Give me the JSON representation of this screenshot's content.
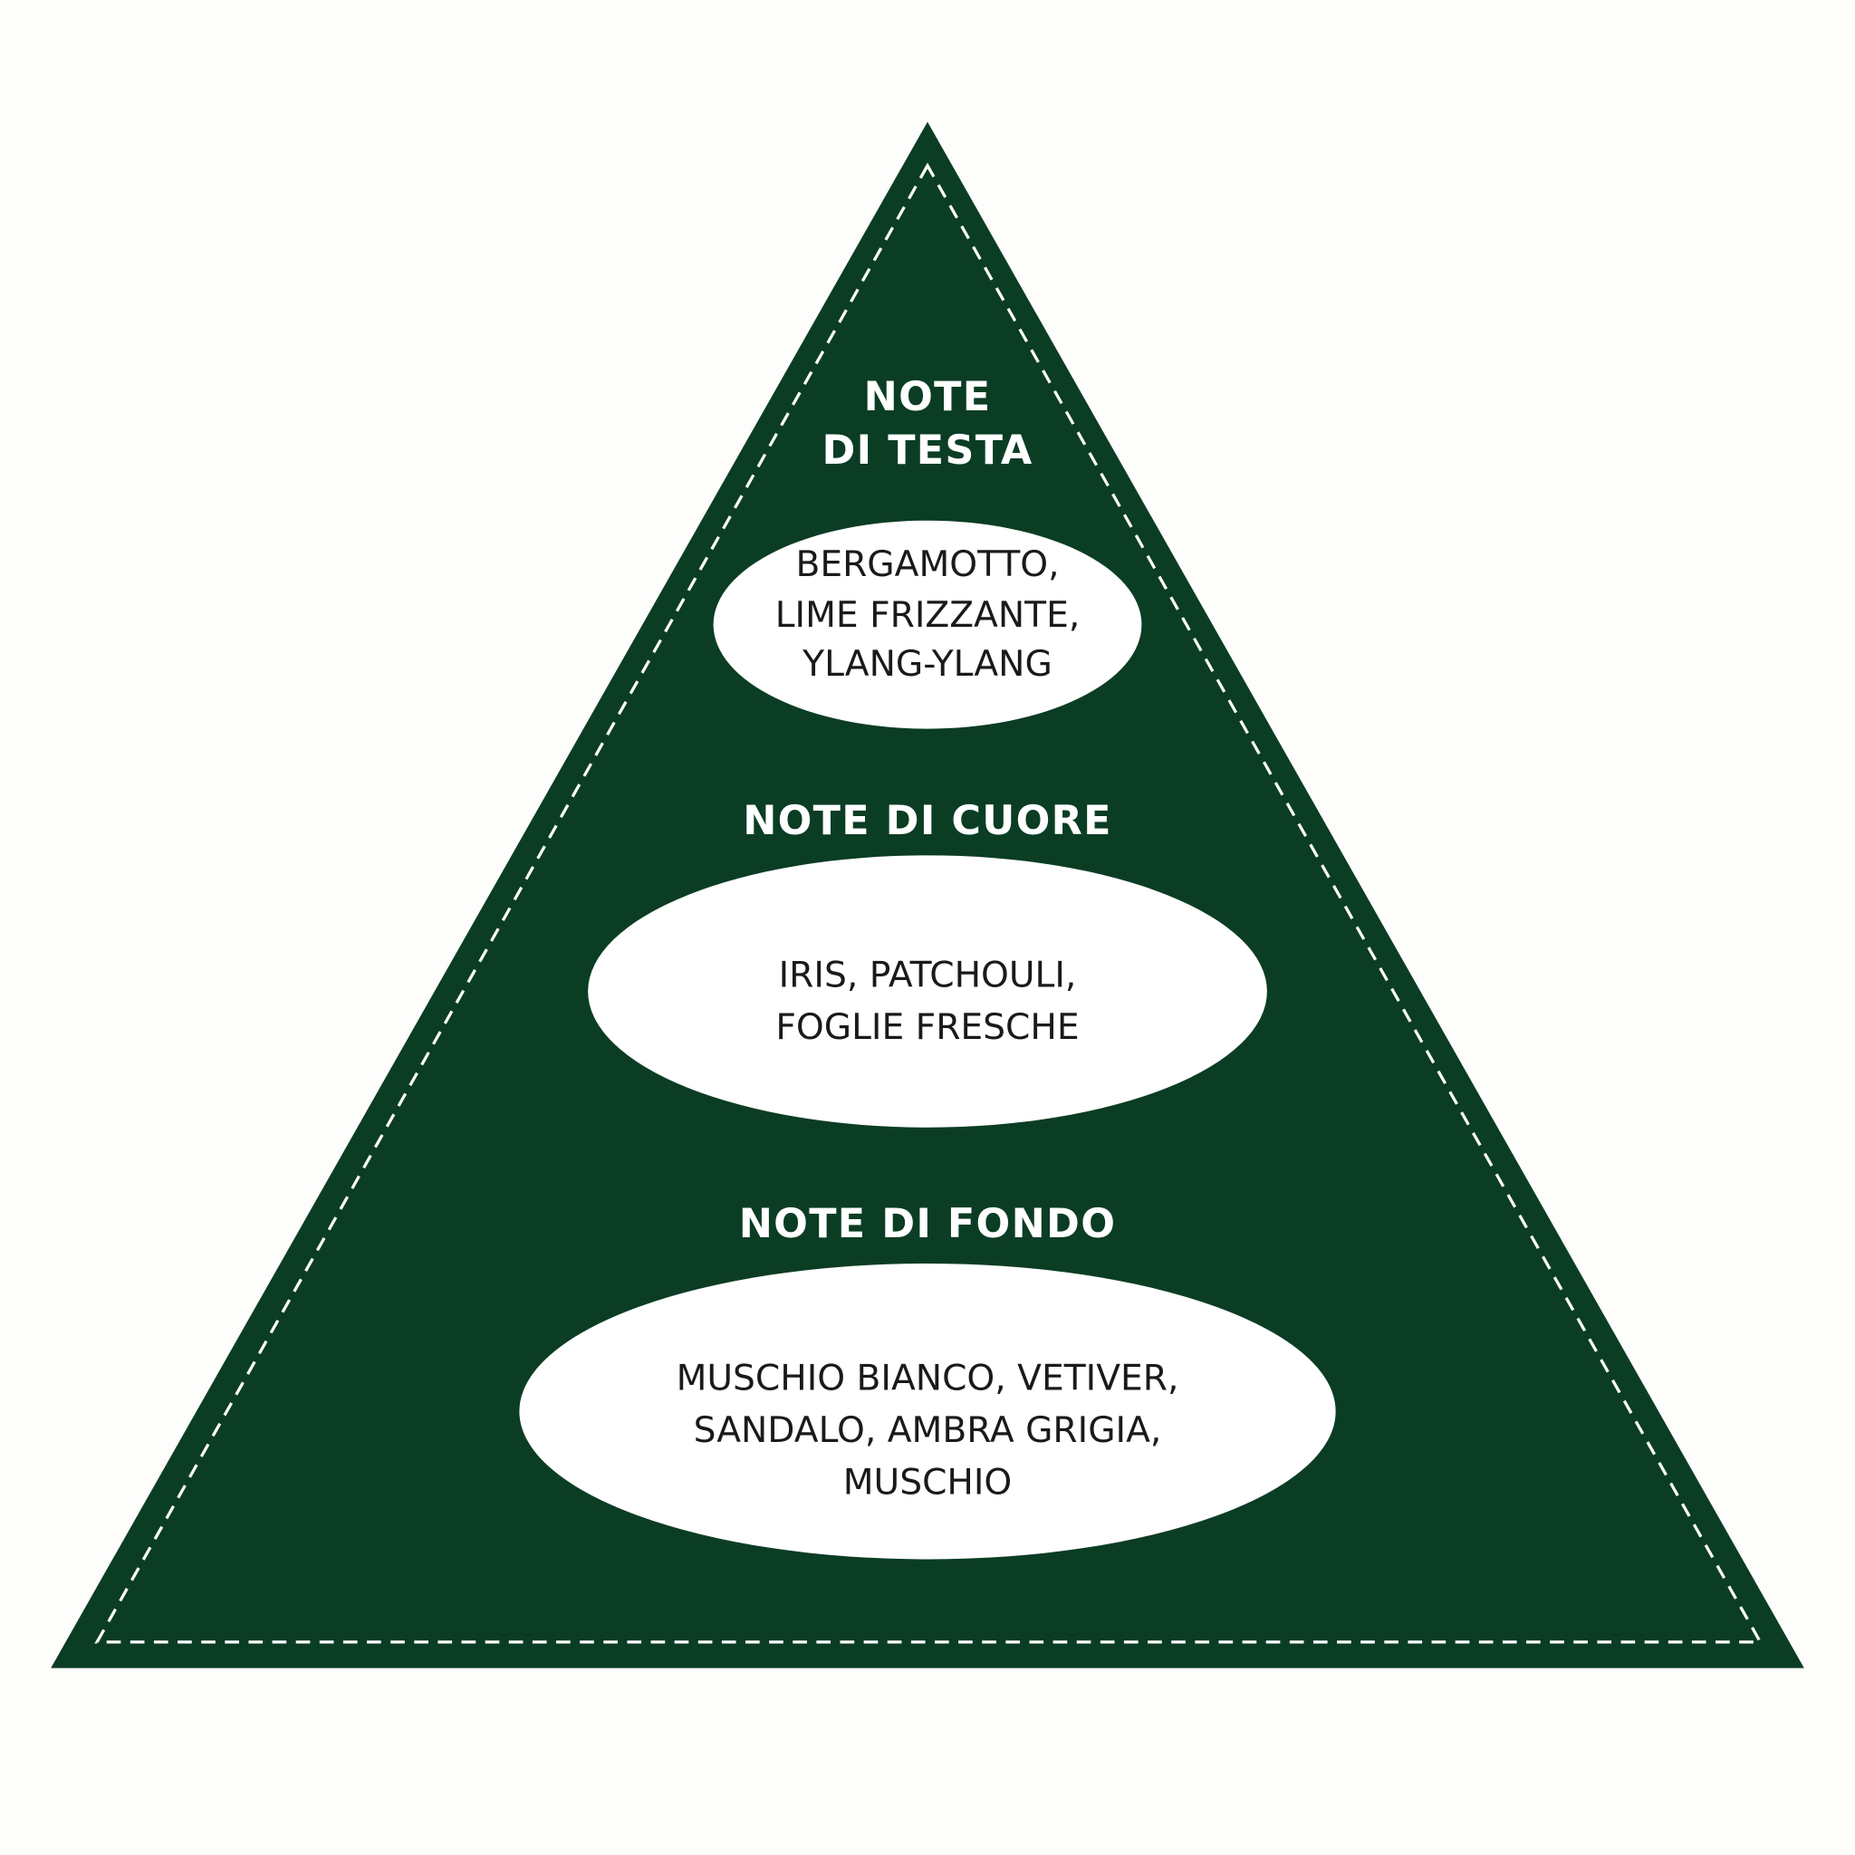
{
  "colors": {
    "background": "#fdfdfb",
    "pyramid": "#0b3d24",
    "ellipse": "#ffffff",
    "text_dark": "#1a1a1a"
  },
  "tiers": [
    {
      "title_lines": [
        "NOTE",
        "DI TESTA"
      ],
      "notes_lines": [
        "BERGAMOTTO,",
        "LIME FRIZZANTE,",
        "YLANG-YLANG"
      ]
    },
    {
      "title_lines": [
        "NOTE DI CUORE"
      ],
      "notes_lines": [
        "IRIS, PATCHOULI,",
        "FOGLIE FRESCHE"
      ]
    },
    {
      "title_lines": [
        "NOTE DI FONDO"
      ],
      "notes_lines": [
        "MUSCHIO BIANCO, VETIVER,",
        "SANDALO, AMBRA GRIGIA,",
        "MUSCHIO"
      ]
    }
  ]
}
